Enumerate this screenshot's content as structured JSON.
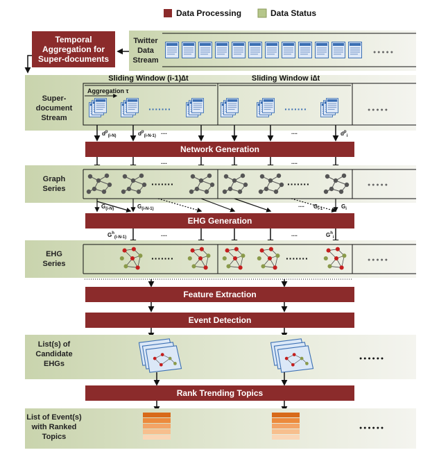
{
  "legend": {
    "processing_label": "Data Processing",
    "status_label": "Data Status",
    "processing_color": "#8b2b2b",
    "status_color": "#b5c68a"
  },
  "top": {
    "temporal_box": "Temporal Aggregation for Super-documents",
    "temporal_lines": [
      "Temporal",
      "Aggregation for",
      "Super-documents"
    ],
    "twitter_lines": [
      "Twitter",
      "Data",
      "Stream"
    ],
    "dots": "● ● ● ● ●"
  },
  "super_doc": {
    "label_lines": [
      "Super-",
      "document",
      "Stream"
    ],
    "window1": "Sliding Window (i-1)∆t",
    "window2": "Sliding Window i∆t",
    "aggregation": "Aggregation τ",
    "mid_dots": "·······",
    "tail_dots": "● ● ● ● ●"
  },
  "d_labels": {
    "d1": "d",
    "d1_sup": "p",
    "d1_sub": "(i-N)",
    "d2": "d",
    "d2_sup": "p",
    "d2_sub": "(i-N-1)",
    "d3": "d",
    "d3_sup": "p",
    "d3_sub": "i",
    "dots": "....",
    "dots2": "...."
  },
  "network_generation": "Network Generation",
  "graph_series": {
    "label_lines": [
      "Graph",
      "Series"
    ],
    "mid_dots": "·······",
    "mid_dots2": "·······",
    "tail_dots": "● ● ● ● ●",
    "top_dots": "....",
    "top_dots2": "...."
  },
  "g_labels": {
    "g1": "G",
    "g1_sub": "(i-N)",
    "g2": "G",
    "g2_sub": "(i-N-1)",
    "g3": "G",
    "g3_sub": "i-1",
    "g4": "G",
    "g4_sub": "i",
    "dots": "...."
  },
  "ehg_generation": "EHG Generation",
  "ehg_series": {
    "label_lines": [
      "EHG",
      "Series"
    ],
    "gh1": "G",
    "gh1_sup": "h",
    "gh1_sub": "(i-N-1)",
    "gh2": "G",
    "gh2_sup": "h",
    "gh2_sub": "i",
    "dots": "....",
    "dots2": "....",
    "mid_dots": "·······",
    "mid_dots2": "·······",
    "tail_dots": "● ● ● ● ●"
  },
  "feature_extraction": "Feature Extraction",
  "event_detection": "Event Detection",
  "candidates": {
    "label_lines": [
      "List(s) of",
      "Candidate",
      "EHGs"
    ],
    "tail_dots": "● ● ● ● ● ●"
  },
  "rank_trending": "Rank Trending Topics",
  "events": {
    "label_lines": [
      "List of Event(s)",
      "with Ranked",
      "Topics"
    ],
    "tail_dots": "● ● ● ● ● ●",
    "stack_colors": [
      "#d86a1a",
      "#ec8a3c",
      "#f3a466",
      "#f7bf8e",
      "#fad6b6"
    ]
  }
}
